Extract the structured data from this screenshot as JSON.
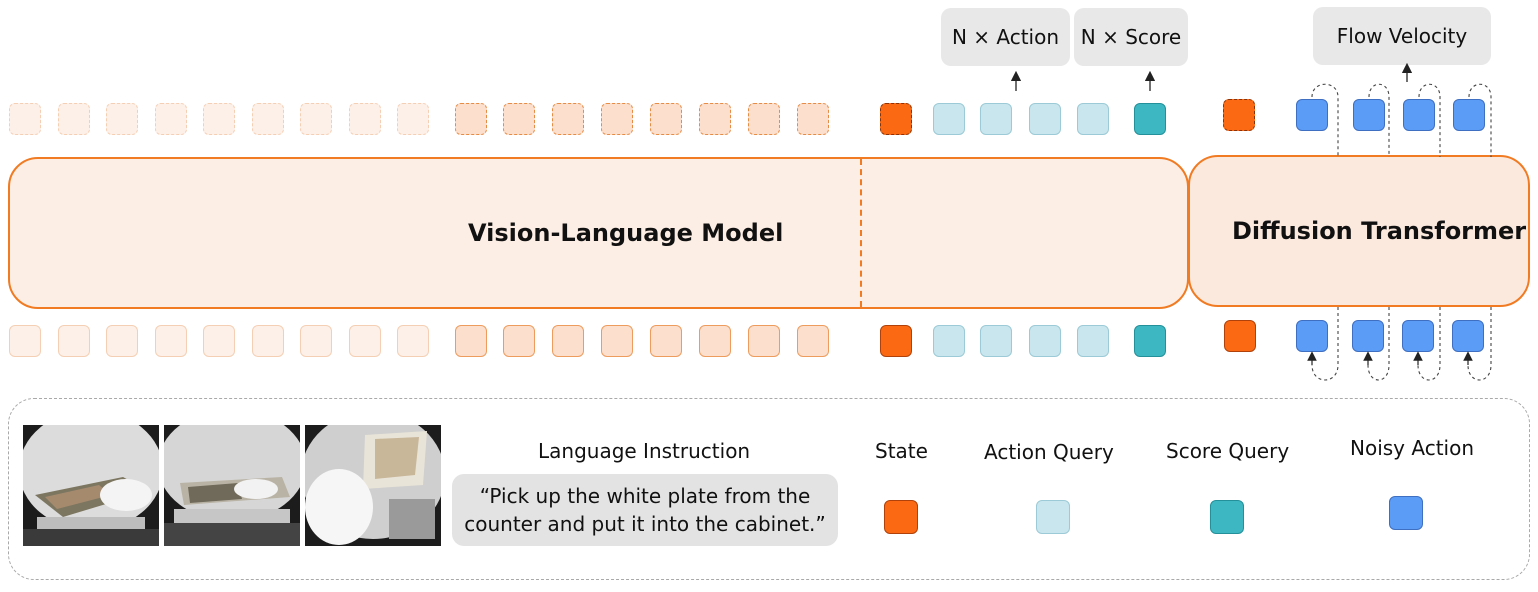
{
  "vlm": {
    "label": "Vision-Language Model"
  },
  "dit": {
    "label": "Diffusion Transformer"
  },
  "outputs": {
    "action": "N × Action",
    "score": "N × Score",
    "flow": "Flow Velocity"
  },
  "legend": {
    "language_title": "Language Instruction",
    "instruction_line1": "“Pick up the white plate from the",
    "instruction_line2": "counter and put it into the cabinet.”",
    "state": "State",
    "action_query": "Action Query",
    "score_query": "Score Query",
    "noisy_action": "Noisy Action"
  },
  "colors": {
    "orange_border": "#f07b22",
    "state": "#fb6a12",
    "action_query": "#c9e6ee",
    "score_query": "#3db8c2",
    "noisy_action": "#5b9cf7"
  }
}
